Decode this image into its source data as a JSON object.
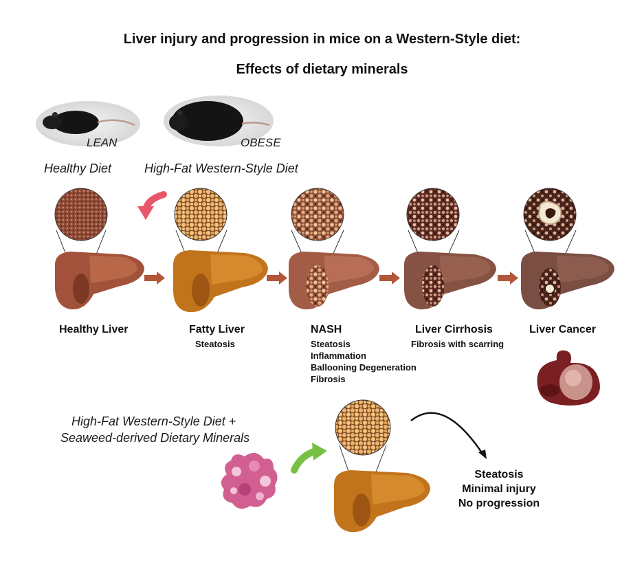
{
  "header": {
    "title_line1": "Liver injury and progression in mice on a Western-Style diet:",
    "title_line2": "Effects of dietary minerals"
  },
  "mice": {
    "lean_label": "LEAN",
    "obese_label": "OBESE"
  },
  "diets": {
    "healthy": "Healthy Diet",
    "western": "High-Fat Western-Style Diet",
    "western_plus_line1": "High-Fat Western-Style Diet +",
    "western_plus_line2": "Seaweed-derived Dietary Minerals"
  },
  "stages": [
    {
      "name": "Healthy Liver",
      "details": []
    },
    {
      "name": "Fatty Liver",
      "details": [
        "Steatosis"
      ]
    },
    {
      "name": "NASH",
      "details": [
        "Steatosis",
        "Inflammation",
        "Ballooning Degeneration",
        "Fibrosis"
      ]
    },
    {
      "name": "Liver Cirrhosis",
      "details": [
        "Fibrosis with scarring"
      ]
    },
    {
      "name": "Liver Cancer",
      "details": []
    }
  ],
  "outcome": [
    "Steatosis",
    "Minimal injury",
    "No progression"
  ],
  "colors": {
    "healthy_liver": "#a2523a",
    "fatty_liver": "#c2741c",
    "nash_liver": "#a35c46",
    "cirrhosis_liver": "#855243",
    "cancer_liver": "#7a4e42",
    "arrow_brown": "#b2573a",
    "arrow_red": "#e8566a",
    "arrow_green": "#77c043",
    "seaweed": "#d25f92"
  }
}
